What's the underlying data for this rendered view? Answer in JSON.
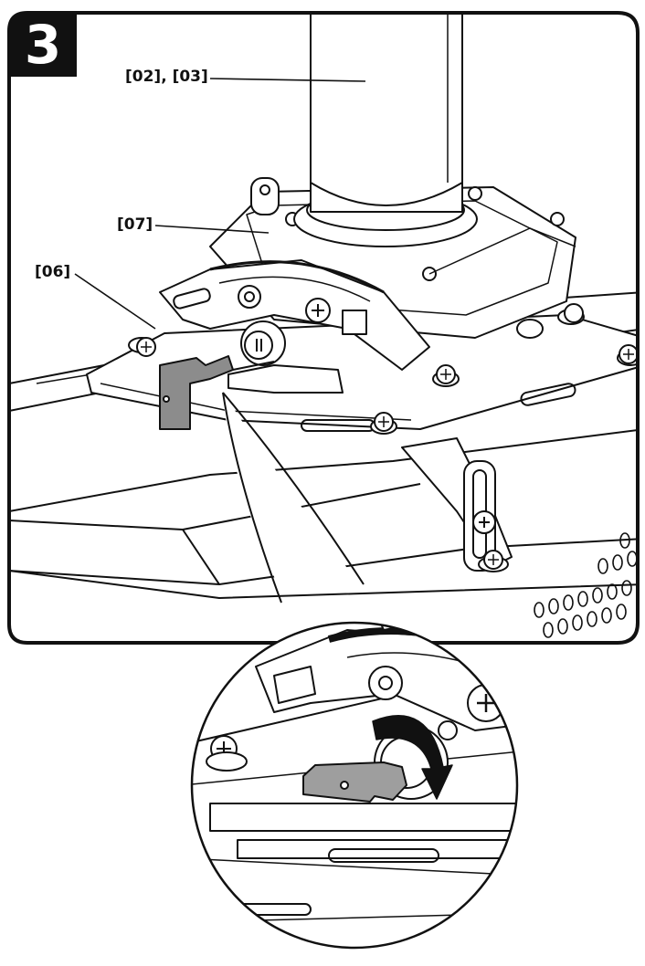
{
  "step_number": "3",
  "callouts": {
    "pipe": "[02], [03]",
    "plate": "[07]",
    "key": "[06]"
  },
  "colors": {
    "ink": "#111111",
    "key_fill": "#8c8c8c",
    "key_fill_light": "#9e9e9e",
    "paper": "#ffffff"
  }
}
